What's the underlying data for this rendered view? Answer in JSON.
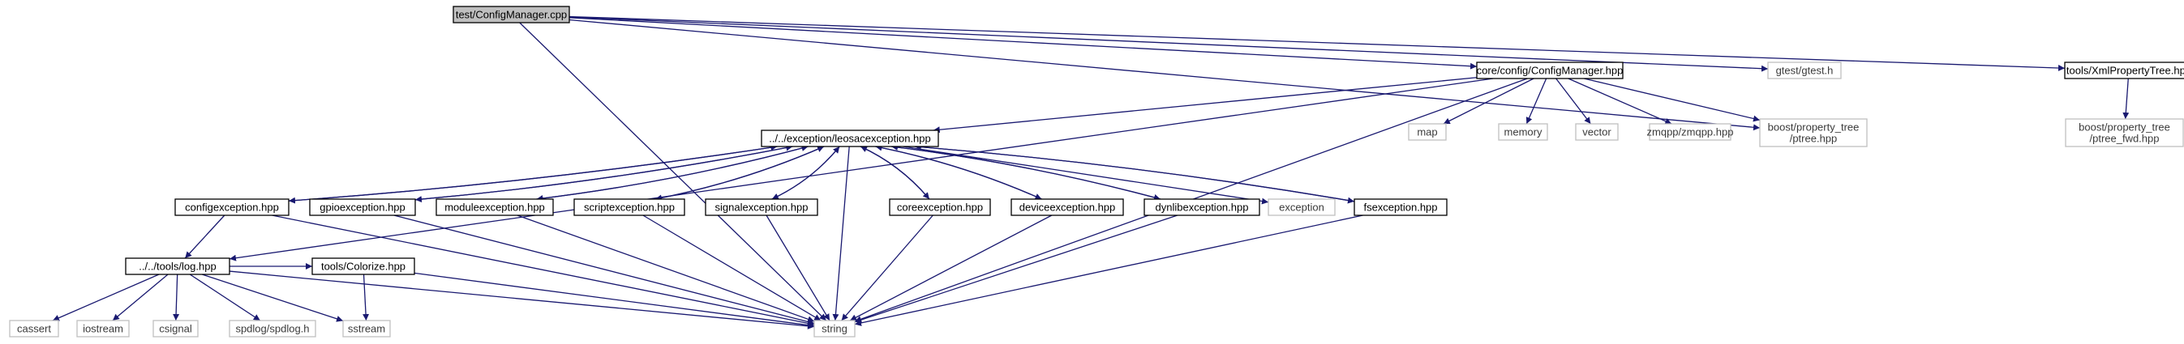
{
  "graph": {
    "nodes": [
      {
        "id": "root",
        "label": [
          "test/ConfigManager.cpp"
        ],
        "style": "gray"
      },
      {
        "id": "cfgmgr",
        "label": [
          "core/config/ConfigManager.hpp"
        ],
        "style": "normal"
      },
      {
        "id": "gtest",
        "label": [
          "gtest/gtest.h"
        ],
        "style": "external"
      },
      {
        "id": "xmlpt",
        "label": [
          "tools/XmlPropertyTree.hpp"
        ],
        "style": "normal"
      },
      {
        "id": "map",
        "label": [
          "map"
        ],
        "style": "external"
      },
      {
        "id": "memory",
        "label": [
          "memory"
        ],
        "style": "external"
      },
      {
        "id": "vector",
        "label": [
          "vector"
        ],
        "style": "external"
      },
      {
        "id": "zmqpp",
        "label": [
          "zmqpp/zmqpp.hpp"
        ],
        "style": "external"
      },
      {
        "id": "ptree",
        "label": [
          "boost/property_tree",
          "/ptree.hpp"
        ],
        "style": "external"
      },
      {
        "id": "ptreefwd",
        "label": [
          "boost/property_tree",
          "/ptree_fwd.hpp"
        ],
        "style": "external"
      },
      {
        "id": "leosac",
        "label": [
          "../../exception/leosacexception.hpp"
        ],
        "style": "normal"
      },
      {
        "id": "configex",
        "label": [
          "configexception.hpp"
        ],
        "style": "normal"
      },
      {
        "id": "gpioex",
        "label": [
          "gpioexception.hpp"
        ],
        "style": "normal"
      },
      {
        "id": "moduleex",
        "label": [
          "moduleexception.hpp"
        ],
        "style": "normal"
      },
      {
        "id": "scriptex",
        "label": [
          "scriptexception.hpp"
        ],
        "style": "normal"
      },
      {
        "id": "signalex",
        "label": [
          "signalexception.hpp"
        ],
        "style": "normal"
      },
      {
        "id": "coreex",
        "label": [
          "coreexception.hpp"
        ],
        "style": "normal"
      },
      {
        "id": "deviceex",
        "label": [
          "deviceexception.hpp"
        ],
        "style": "normal"
      },
      {
        "id": "dynlibex",
        "label": [
          "dynlibexception.hpp"
        ],
        "style": "normal"
      },
      {
        "id": "exception",
        "label": [
          "exception"
        ],
        "style": "external"
      },
      {
        "id": "fsex",
        "label": [
          "fsexception.hpp"
        ],
        "style": "normal"
      },
      {
        "id": "log",
        "label": [
          "../../tools/log.hpp"
        ],
        "style": "normal"
      },
      {
        "id": "colorize",
        "label": [
          "tools/Colorize.hpp"
        ],
        "style": "normal"
      },
      {
        "id": "cassert",
        "label": [
          "cassert"
        ],
        "style": "external"
      },
      {
        "id": "iostream",
        "label": [
          "iostream"
        ],
        "style": "external"
      },
      {
        "id": "csignal",
        "label": [
          "csignal"
        ],
        "style": "external"
      },
      {
        "id": "spdlog",
        "label": [
          "spdlog/spdlog.h"
        ],
        "style": "external"
      },
      {
        "id": "sstream",
        "label": [
          "sstream"
        ],
        "style": "external"
      },
      {
        "id": "string",
        "label": [
          "string"
        ],
        "style": "external"
      }
    ],
    "edges": [
      [
        "root",
        "cfgmgr"
      ],
      [
        "root",
        "gtest"
      ],
      [
        "root",
        "xmlpt"
      ],
      [
        "root",
        "ptree"
      ],
      [
        "root",
        "string"
      ],
      [
        "xmlpt",
        "ptreefwd"
      ],
      [
        "cfgmgr",
        "map"
      ],
      [
        "cfgmgr",
        "memory"
      ],
      [
        "cfgmgr",
        "vector"
      ],
      [
        "cfgmgr",
        "zmqpp"
      ],
      [
        "cfgmgr",
        "ptree"
      ],
      [
        "cfgmgr",
        "string"
      ],
      [
        "cfgmgr",
        "leosac"
      ],
      [
        "cfgmgr",
        "log"
      ],
      [
        "leosac",
        "configex"
      ],
      [
        "configex",
        "leosac"
      ],
      [
        "leosac",
        "gpioex"
      ],
      [
        "gpioex",
        "leosac"
      ],
      [
        "leosac",
        "moduleex"
      ],
      [
        "moduleex",
        "leosac"
      ],
      [
        "leosac",
        "scriptex"
      ],
      [
        "scriptex",
        "leosac"
      ],
      [
        "leosac",
        "signalex"
      ],
      [
        "signalex",
        "leosac"
      ],
      [
        "leosac",
        "coreex"
      ],
      [
        "coreex",
        "leosac"
      ],
      [
        "leosac",
        "deviceex"
      ],
      [
        "deviceex",
        "leosac"
      ],
      [
        "leosac",
        "dynlibex"
      ],
      [
        "dynlibex",
        "leosac"
      ],
      [
        "leosac",
        "fsex"
      ],
      [
        "fsex",
        "leosac"
      ],
      [
        "leosac",
        "exception"
      ],
      [
        "leosac",
        "string"
      ],
      [
        "configex",
        "string"
      ],
      [
        "configex",
        "log"
      ],
      [
        "gpioex",
        "string"
      ],
      [
        "moduleex",
        "string"
      ],
      [
        "scriptex",
        "string"
      ],
      [
        "signalex",
        "string"
      ],
      [
        "coreex",
        "string"
      ],
      [
        "deviceex",
        "string"
      ],
      [
        "dynlibex",
        "string"
      ],
      [
        "fsex",
        "string"
      ],
      [
        "log",
        "cassert"
      ],
      [
        "log",
        "iostream"
      ],
      [
        "log",
        "csignal"
      ],
      [
        "log",
        "spdlog"
      ],
      [
        "log",
        "sstream"
      ],
      [
        "log",
        "string"
      ],
      [
        "log",
        "colorize"
      ],
      [
        "colorize",
        "sstream"
      ],
      [
        "colorize",
        "string"
      ]
    ]
  }
}
